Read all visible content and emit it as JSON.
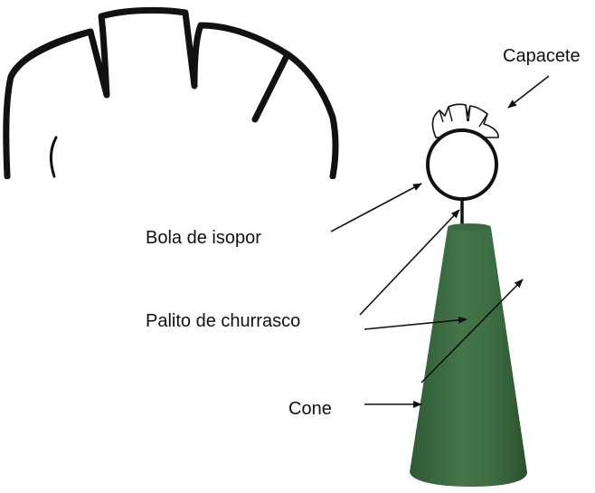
{
  "labels": {
    "capacete": "Capacete",
    "bola": "Bola de isopor",
    "palito": "Palito de churrasco",
    "cone": "Cone"
  },
  "colors": {
    "outline": "#111111",
    "cone_dark": "#2a4f2d",
    "cone_mid": "#3f6f42",
    "cone_light": "#4c7e4f",
    "background": "#ffffff"
  },
  "icons": {
    "arrow_head": "arrowhead"
  }
}
